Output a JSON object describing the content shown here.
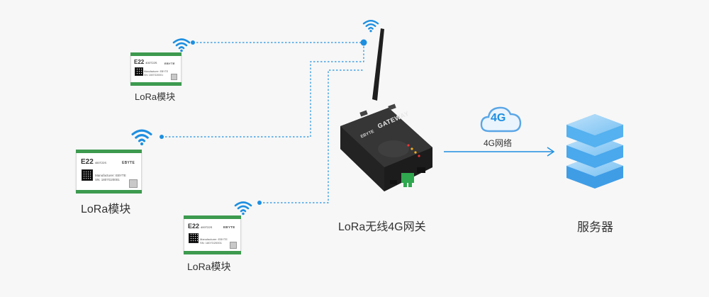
{
  "modules": [
    {
      "model": "E22",
      "model_sub": "400T22S",
      "brand": "EBYTE",
      "info": [
        "Manufacturer: EBYTE",
        "SN: 1807G20001"
      ],
      "caption": "LoRa模块"
    },
    {
      "model": "E22",
      "model_sub": "400T22S",
      "brand": "EBYTE",
      "info": [
        "Manufacturer: EBYTE",
        "SN: 1807G20001"
      ],
      "caption": "LoRa模块"
    },
    {
      "model": "E22",
      "model_sub": "400T22S",
      "brand": "EBYTE",
      "info": [
        "Manufacturer: EBYTE",
        "SN: 1807G20001"
      ],
      "caption": "LoRa模块"
    }
  ],
  "gateway": {
    "label": "GATEWAY",
    "brand": "EBYTE",
    "caption": "LoRa无线4G网关"
  },
  "network": {
    "cloud_label": "4G",
    "link_label": "4G网络"
  },
  "server": {
    "caption": "服务器"
  },
  "colors": {
    "link_blue": "#1e8fe0",
    "cloud_blue": "#5aa6e6",
    "server_blue": "#4aa8ec",
    "text_dark": "#333333"
  }
}
